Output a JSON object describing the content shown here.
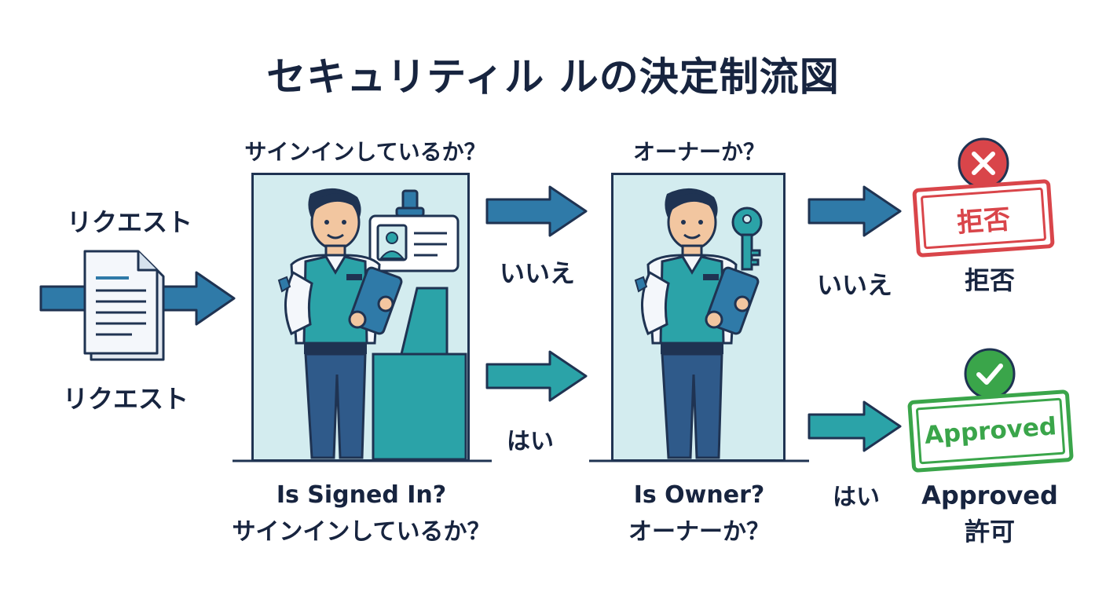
{
  "title": "セキュリティル ルの決定制流図",
  "request": {
    "label_top": "リクエスト",
    "label_bottom": "リクエスト"
  },
  "signed_in": {
    "question": "サインインしているか？",
    "caption_en": "Is Signed In?",
    "caption_ja": "サインインしているか？",
    "no_label": "いいえ",
    "yes_label": "はい"
  },
  "owner": {
    "question": "オーナーか？",
    "caption_en": "Is Owner?",
    "caption_ja": "オーナーか？",
    "no_label": "いいえ",
    "yes_label": "はい"
  },
  "deny": {
    "stamp_text": "拒否",
    "label": "拒否"
  },
  "allow": {
    "stamp_text": "Approved",
    "label_en": "Approved",
    "label_ja": "許可"
  },
  "colors": {
    "arrow_blue": "#2f7aa8",
    "arrow_teal": "#2ba3a8",
    "deny_red": "#d9454a",
    "approve_green": "#3aa54a",
    "dark_navy": "#17243f"
  },
  "icons": {
    "request": "document-icon",
    "signed_in_prop": "id-badge-icon",
    "owner_prop": "key-icon",
    "deny": "cross-circle-icon",
    "allow": "check-circle-icon"
  }
}
